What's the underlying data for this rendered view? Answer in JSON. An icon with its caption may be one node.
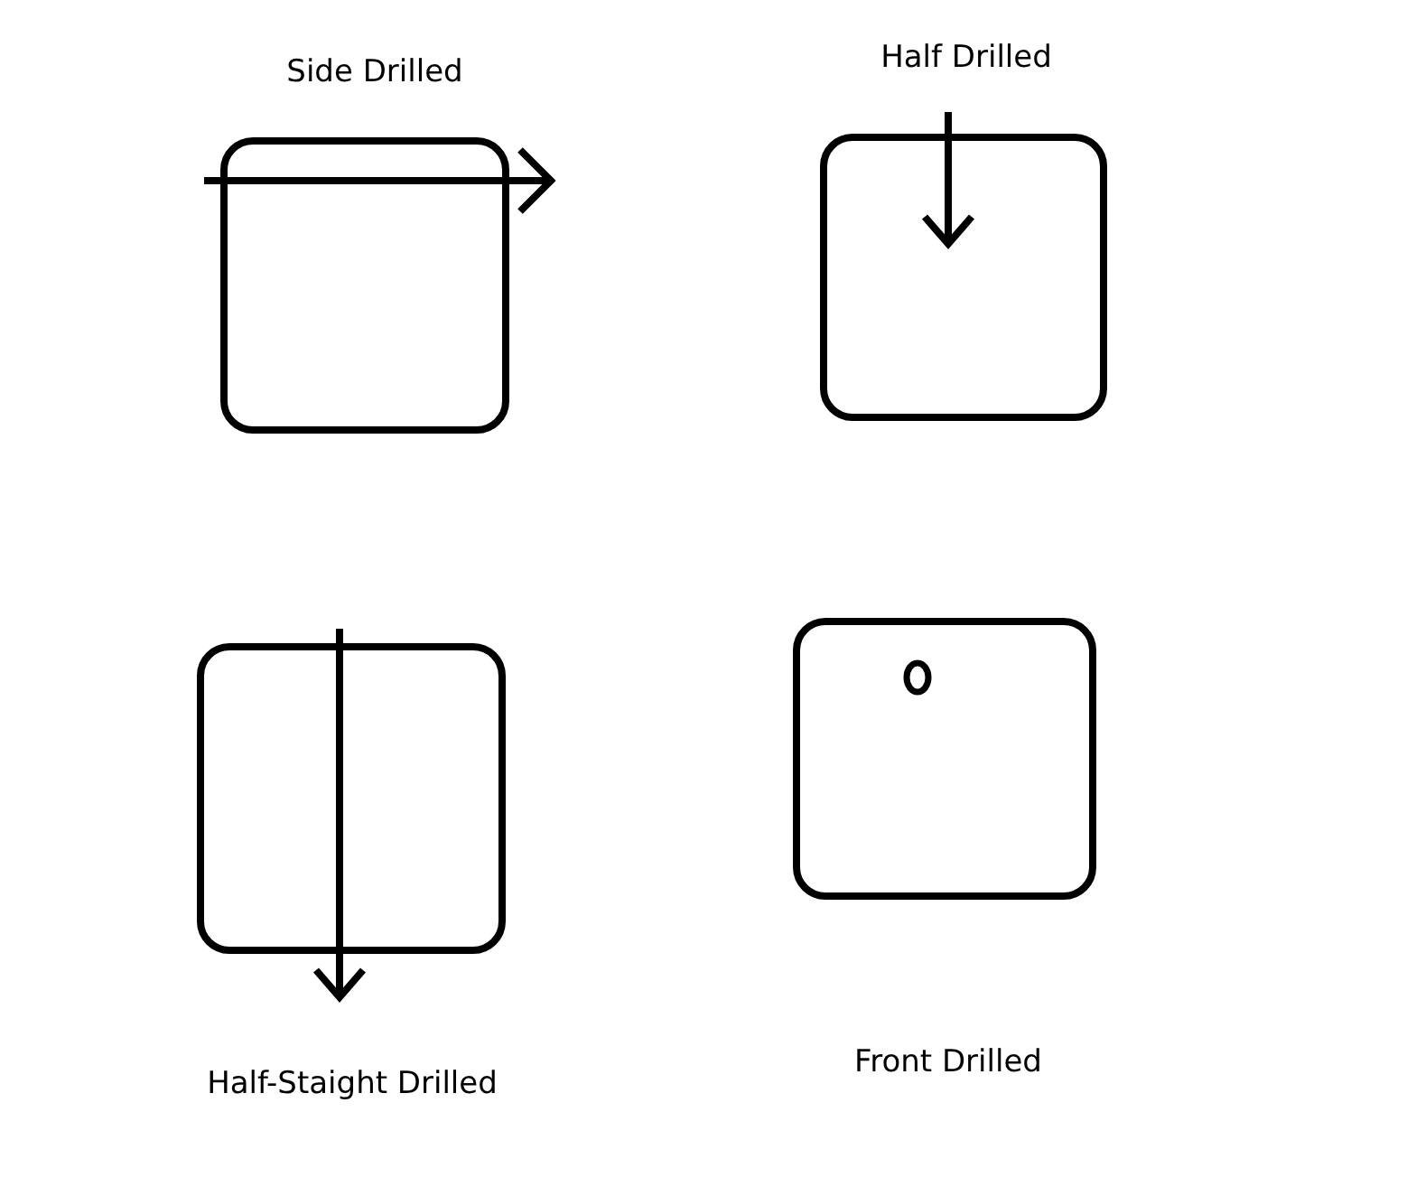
{
  "diagram": {
    "nodes": [
      {
        "text": [
          "Side Drilled"
        ]
      },
      {
        "text": [
          "Half Drilled"
        ]
      },
      {
        "text": [
          "Half-Staight Drilled"
        ]
      },
      {
        "text": [
          "Front Drilled"
        ]
      }
    ],
    "edges": []
  }
}
